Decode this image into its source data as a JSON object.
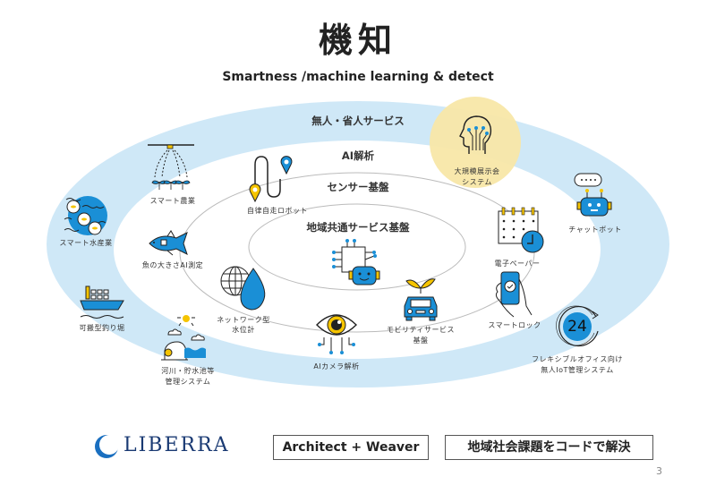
{
  "title": "機知",
  "subtitle": "Smartness /machine learning & detect",
  "rings": {
    "outer": "無人・省人サービス",
    "second": "AI解析",
    "third": "センサー基盤",
    "inner": "地域共通サービス基盤"
  },
  "items": {
    "smart_agri": "スマート農業",
    "autonomous_robot": "自律自走ロボット",
    "exhibition_1": "大規模展示会",
    "exhibition_2": "システム",
    "smart_fishery": "スマート水産業",
    "fish_size": "魚の大きさAI測定",
    "chatbot": "チャットボット",
    "epaper": "電子ペーパー",
    "water_level_1": "ネットワーク型",
    "water_level_2": "水位計",
    "fishing_boat": "可搬型釣り堀",
    "mobility_1": "モビリティサービス",
    "mobility_2": "基盤",
    "smart_lock": "スマートロック",
    "flex_office_1": "フレキシブルオフィス向け",
    "flex_office_2": "無人IoT管理システム",
    "flex_office_num": "24",
    "ai_camera": "AIカメラ解析",
    "river_1": "河川・貯水池等",
    "river_2": "管理システム"
  },
  "footer": {
    "logo_text": "LIBERRA",
    "tagline_1": "Architect + Weaver",
    "tagline_2": "地域社会課題をコードで解決",
    "page_number": "3"
  },
  "colors": {
    "blue": "#1a8fd6",
    "light_blue": "#cfe8f7",
    "yellow": "#f5c400",
    "pale_yellow": "#f8e7a8"
  }
}
